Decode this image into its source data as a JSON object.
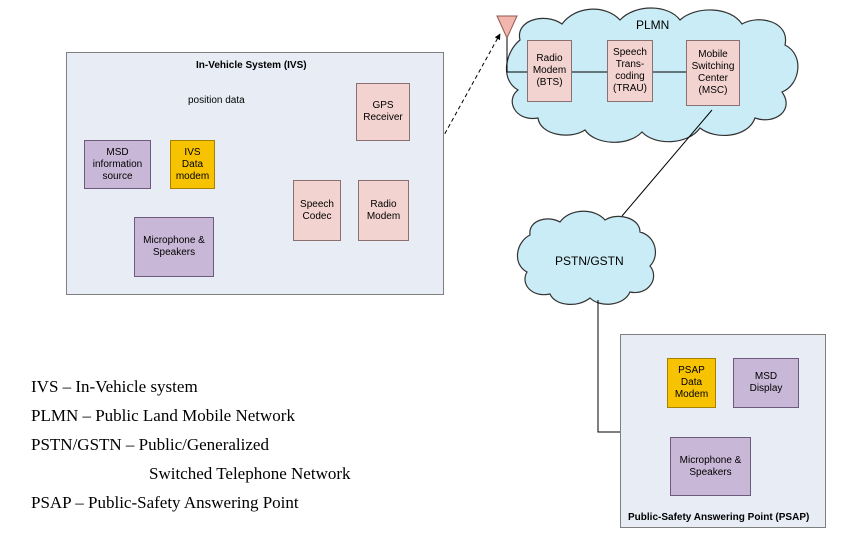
{
  "ivs": {
    "title": "In-Vehicle System (IVS)",
    "position_data_label": "position data",
    "gps_receiver": "GPS\nReceiver",
    "msd_source": "MSD\ninformation\nsource",
    "ivs_modem": "IVS\nData\nmodem",
    "speech_codec": "Speech\nCodec",
    "radio_modem": "Radio\nModem",
    "microphone": "Microphone &\nSpeakers"
  },
  "plmn": {
    "title": "PLMN",
    "bts": "Radio\nModem\n(BTS)",
    "trau": "Speech\nTrans-\ncoding\n(TRAU)",
    "msc": "Mobile\nSwitching\nCenter\n(MSC)"
  },
  "pstn": {
    "title": "PSTN/GSTN"
  },
  "psap": {
    "title": "Public-Safety Answering Point (PSAP)",
    "modem": "PSAP\nData\nModem",
    "msd_display": "MSD\nDisplay",
    "microphone": "Microphone &\nSpeakers"
  },
  "legend": {
    "ivs": "IVS – In-Vehicle system",
    "plmn": "PLMN – Public Land Mobile Network",
    "pstn_line1": "PSTN/GSTN – Public/Generalized",
    "pstn_line2": "Switched Telephone Network",
    "psap": "PSAP – Public-Safety Answering Point"
  },
  "colors": {
    "panel_fill": "#e7ecf5",
    "cloud_fill": "#c9ecf6",
    "block_pink": "#f3d3cf",
    "block_purple": "#c8b7d6",
    "block_yellow": "#f7c200",
    "antenna_fill": "#f2b6ac"
  }
}
